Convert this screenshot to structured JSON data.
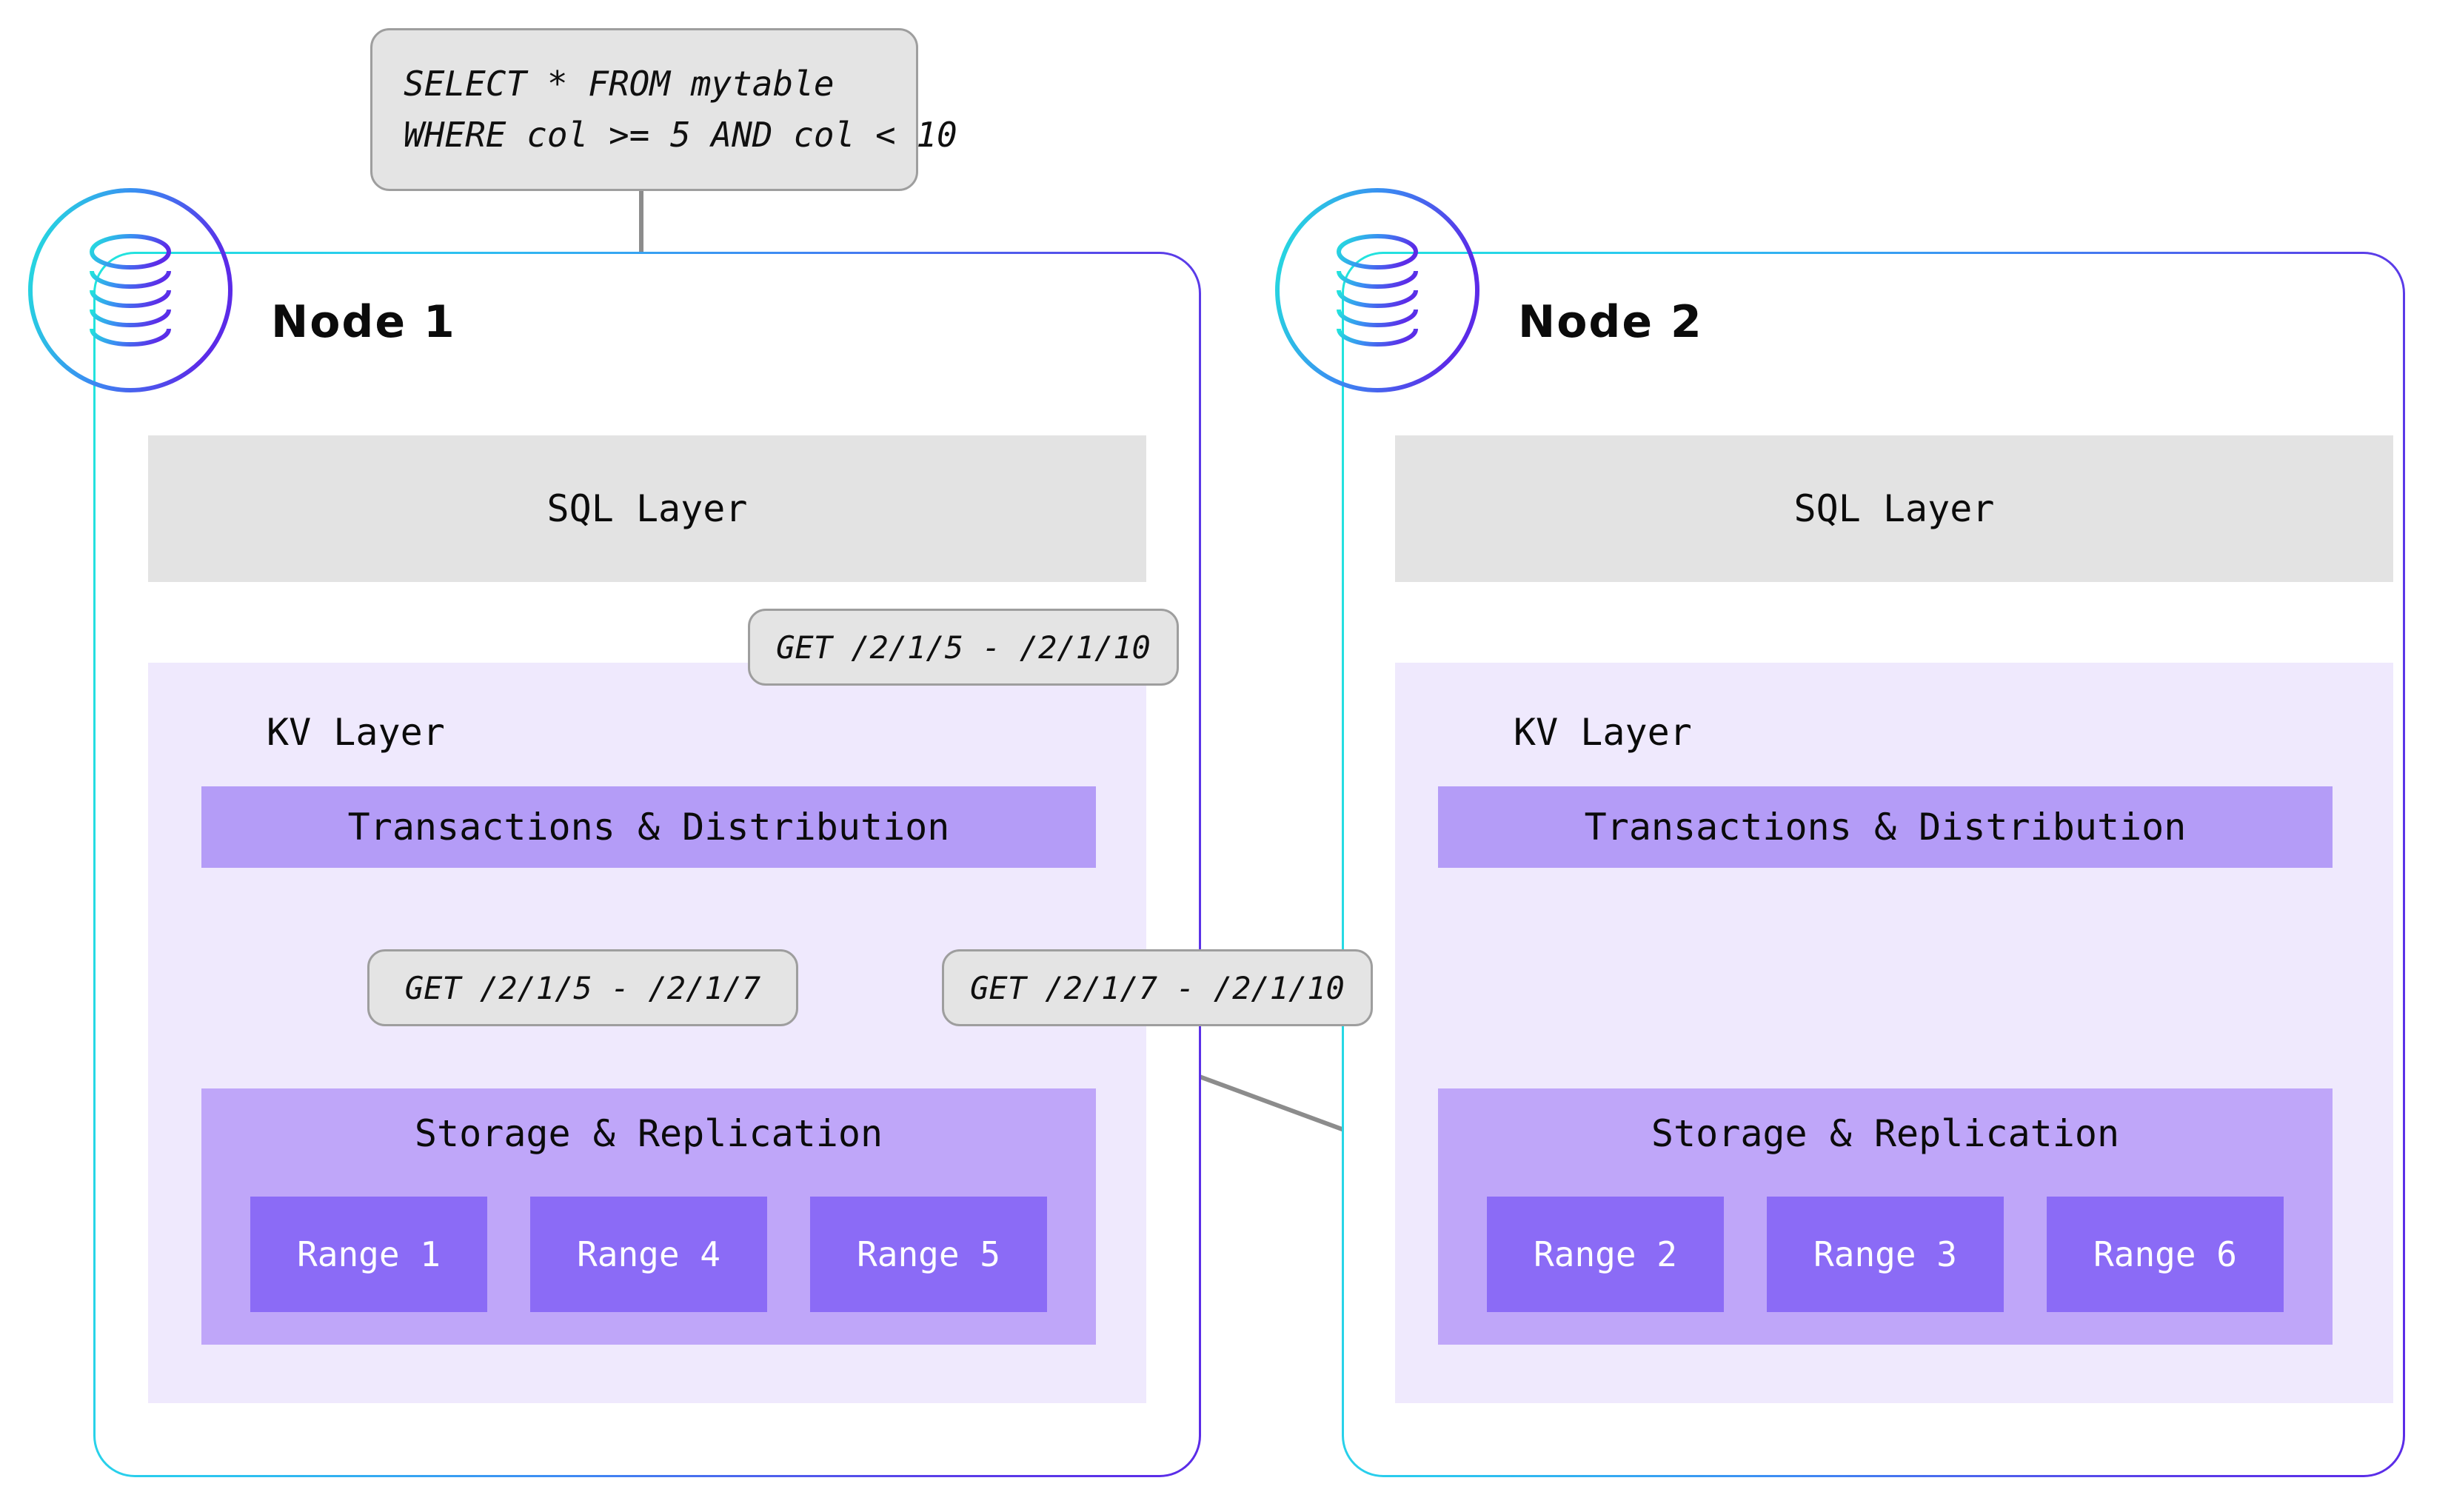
{
  "sql_query": {
    "name": "sql-query-callout",
    "lines": [
      "SELECT * FROM mytable",
      "WHERE col >= 5 AND col < 10"
    ]
  },
  "get_labels": {
    "top": "GET /2/1/5 - /2/1/10",
    "left": "GET /2/1/5 - /2/1/7",
    "right": "GET /2/1/7 - /2/1/10"
  },
  "nodes": [
    {
      "id": "node-1",
      "title": "Node 1",
      "db_icon": "database-cylinder-icon",
      "sql_layer_label": "SQL Layer",
      "kv_layer_label": "KV Layer",
      "txn_label": "Transactions & Distribution",
      "storage_label": "Storage & Replication",
      "ranges": [
        "Range 1",
        "Range 4",
        "Range 5"
      ]
    },
    {
      "id": "node-2",
      "title": "Node 2",
      "db_icon": "database-cylinder-icon",
      "sql_layer_label": "SQL Layer",
      "kv_layer_label": "KV Layer",
      "txn_label": "Transactions & Distribution",
      "storage_label": "Storage & Replication",
      "ranges": [
        "Range 2",
        "Range 3",
        "Range 6"
      ]
    }
  ],
  "colors": {
    "node_border_start": "#22E5DC",
    "node_border_end": "#5B2BE8",
    "callout_fill": "#E4E4E4",
    "callout_stroke": "#9E9E9E",
    "sql_layer_fill": "#E3E3E3",
    "kv_layer_fill": "#EFE9FD",
    "txn_fill": "#B49CF7",
    "storage_fill": "#BFA6F9",
    "range_fill": "#8B6BF6",
    "arrow_stroke": "#8C8C8C",
    "background": "#FFFFFF"
  },
  "flow_arrows": [
    {
      "name": "query-to-sql-layer",
      "from": "sql-query-callout",
      "to": "node-1-sql-layer"
    },
    {
      "name": "sql-layer-to-transactions",
      "from": "node-1-sql-layer",
      "to": "node-1-transactions"
    },
    {
      "name": "transactions-to-range-5",
      "from": "node-1-transactions",
      "to": "node-1-range-5"
    },
    {
      "name": "transactions-to-range-2",
      "from": "node-1-transactions",
      "to": "node-2-range-2"
    }
  ]
}
